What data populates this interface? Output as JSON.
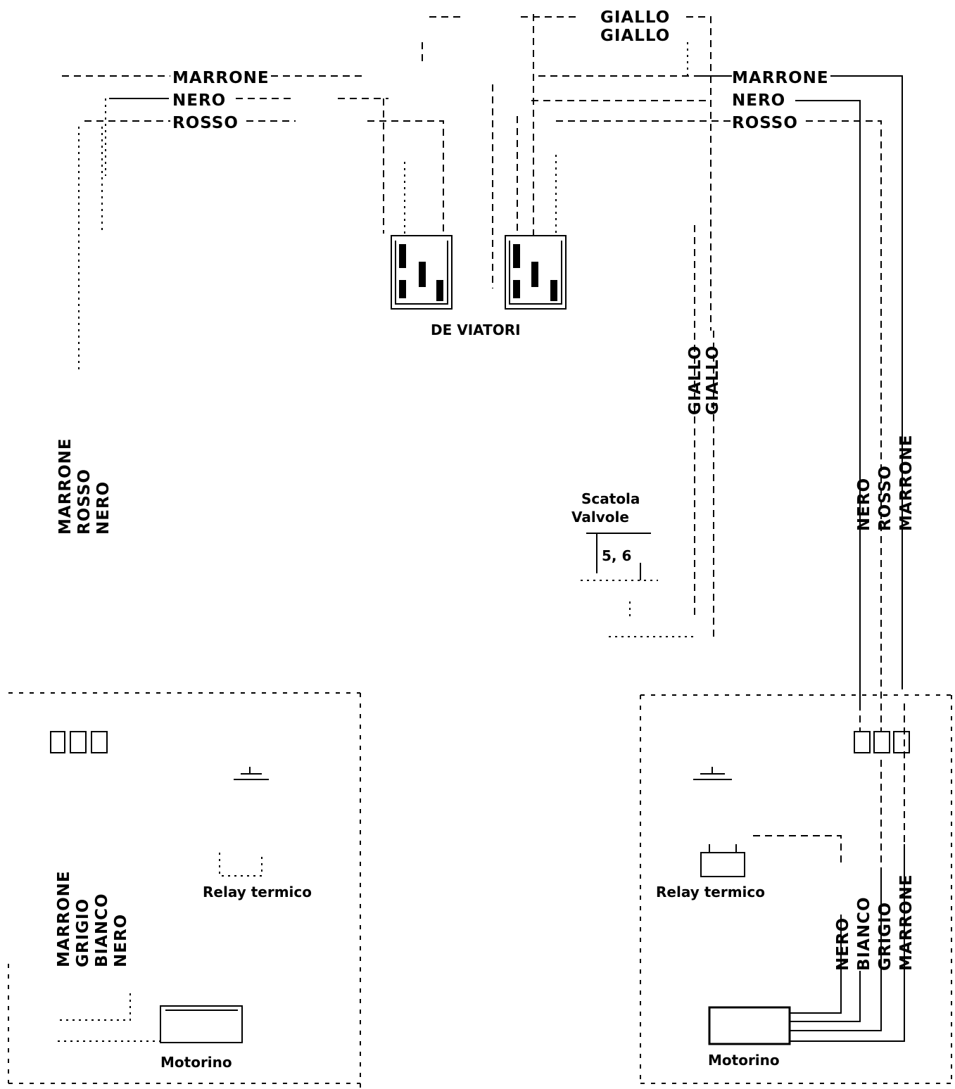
{
  "labels": {
    "giallo_top_1": "GIALLO",
    "giallo_top_2": "GIALLO",
    "left_marrone": "MARRONE",
    "left_nero": "NERO",
    "left_rosso": "ROSSO",
    "right_marrone": "MARRONE",
    "right_nero": "NERO",
    "right_rosso": "ROSSO",
    "deviatori": "DE VIATORI",
    "giallo_vert_1": "GIALLO",
    "giallo_vert_2": "GIALLO",
    "left_vert_marrone": "MARRONE",
    "left_vert_rosso": "ROSSO",
    "left_vert_nero": "NERO",
    "right_vert_nero": "NERO",
    "right_vert_rosso": "ROSSO",
    "right_vert_marrone": "MARRONE",
    "scatola_line1": "Scatola",
    "scatola_line2": "Valvole",
    "fuse_number": "5, 6",
    "relay_left": "Relay termico",
    "relay_right": "Relay termico",
    "motor_left_wires": [
      "MARRONE",
      "GRIGIO",
      "BIANCO",
      "NERO"
    ],
    "motor_right_wires": [
      "NERO",
      "BIANCO",
      "GRIGIO",
      "MARRONE"
    ],
    "motorino_left": "Motorino",
    "motorino_right": "Motorino"
  }
}
